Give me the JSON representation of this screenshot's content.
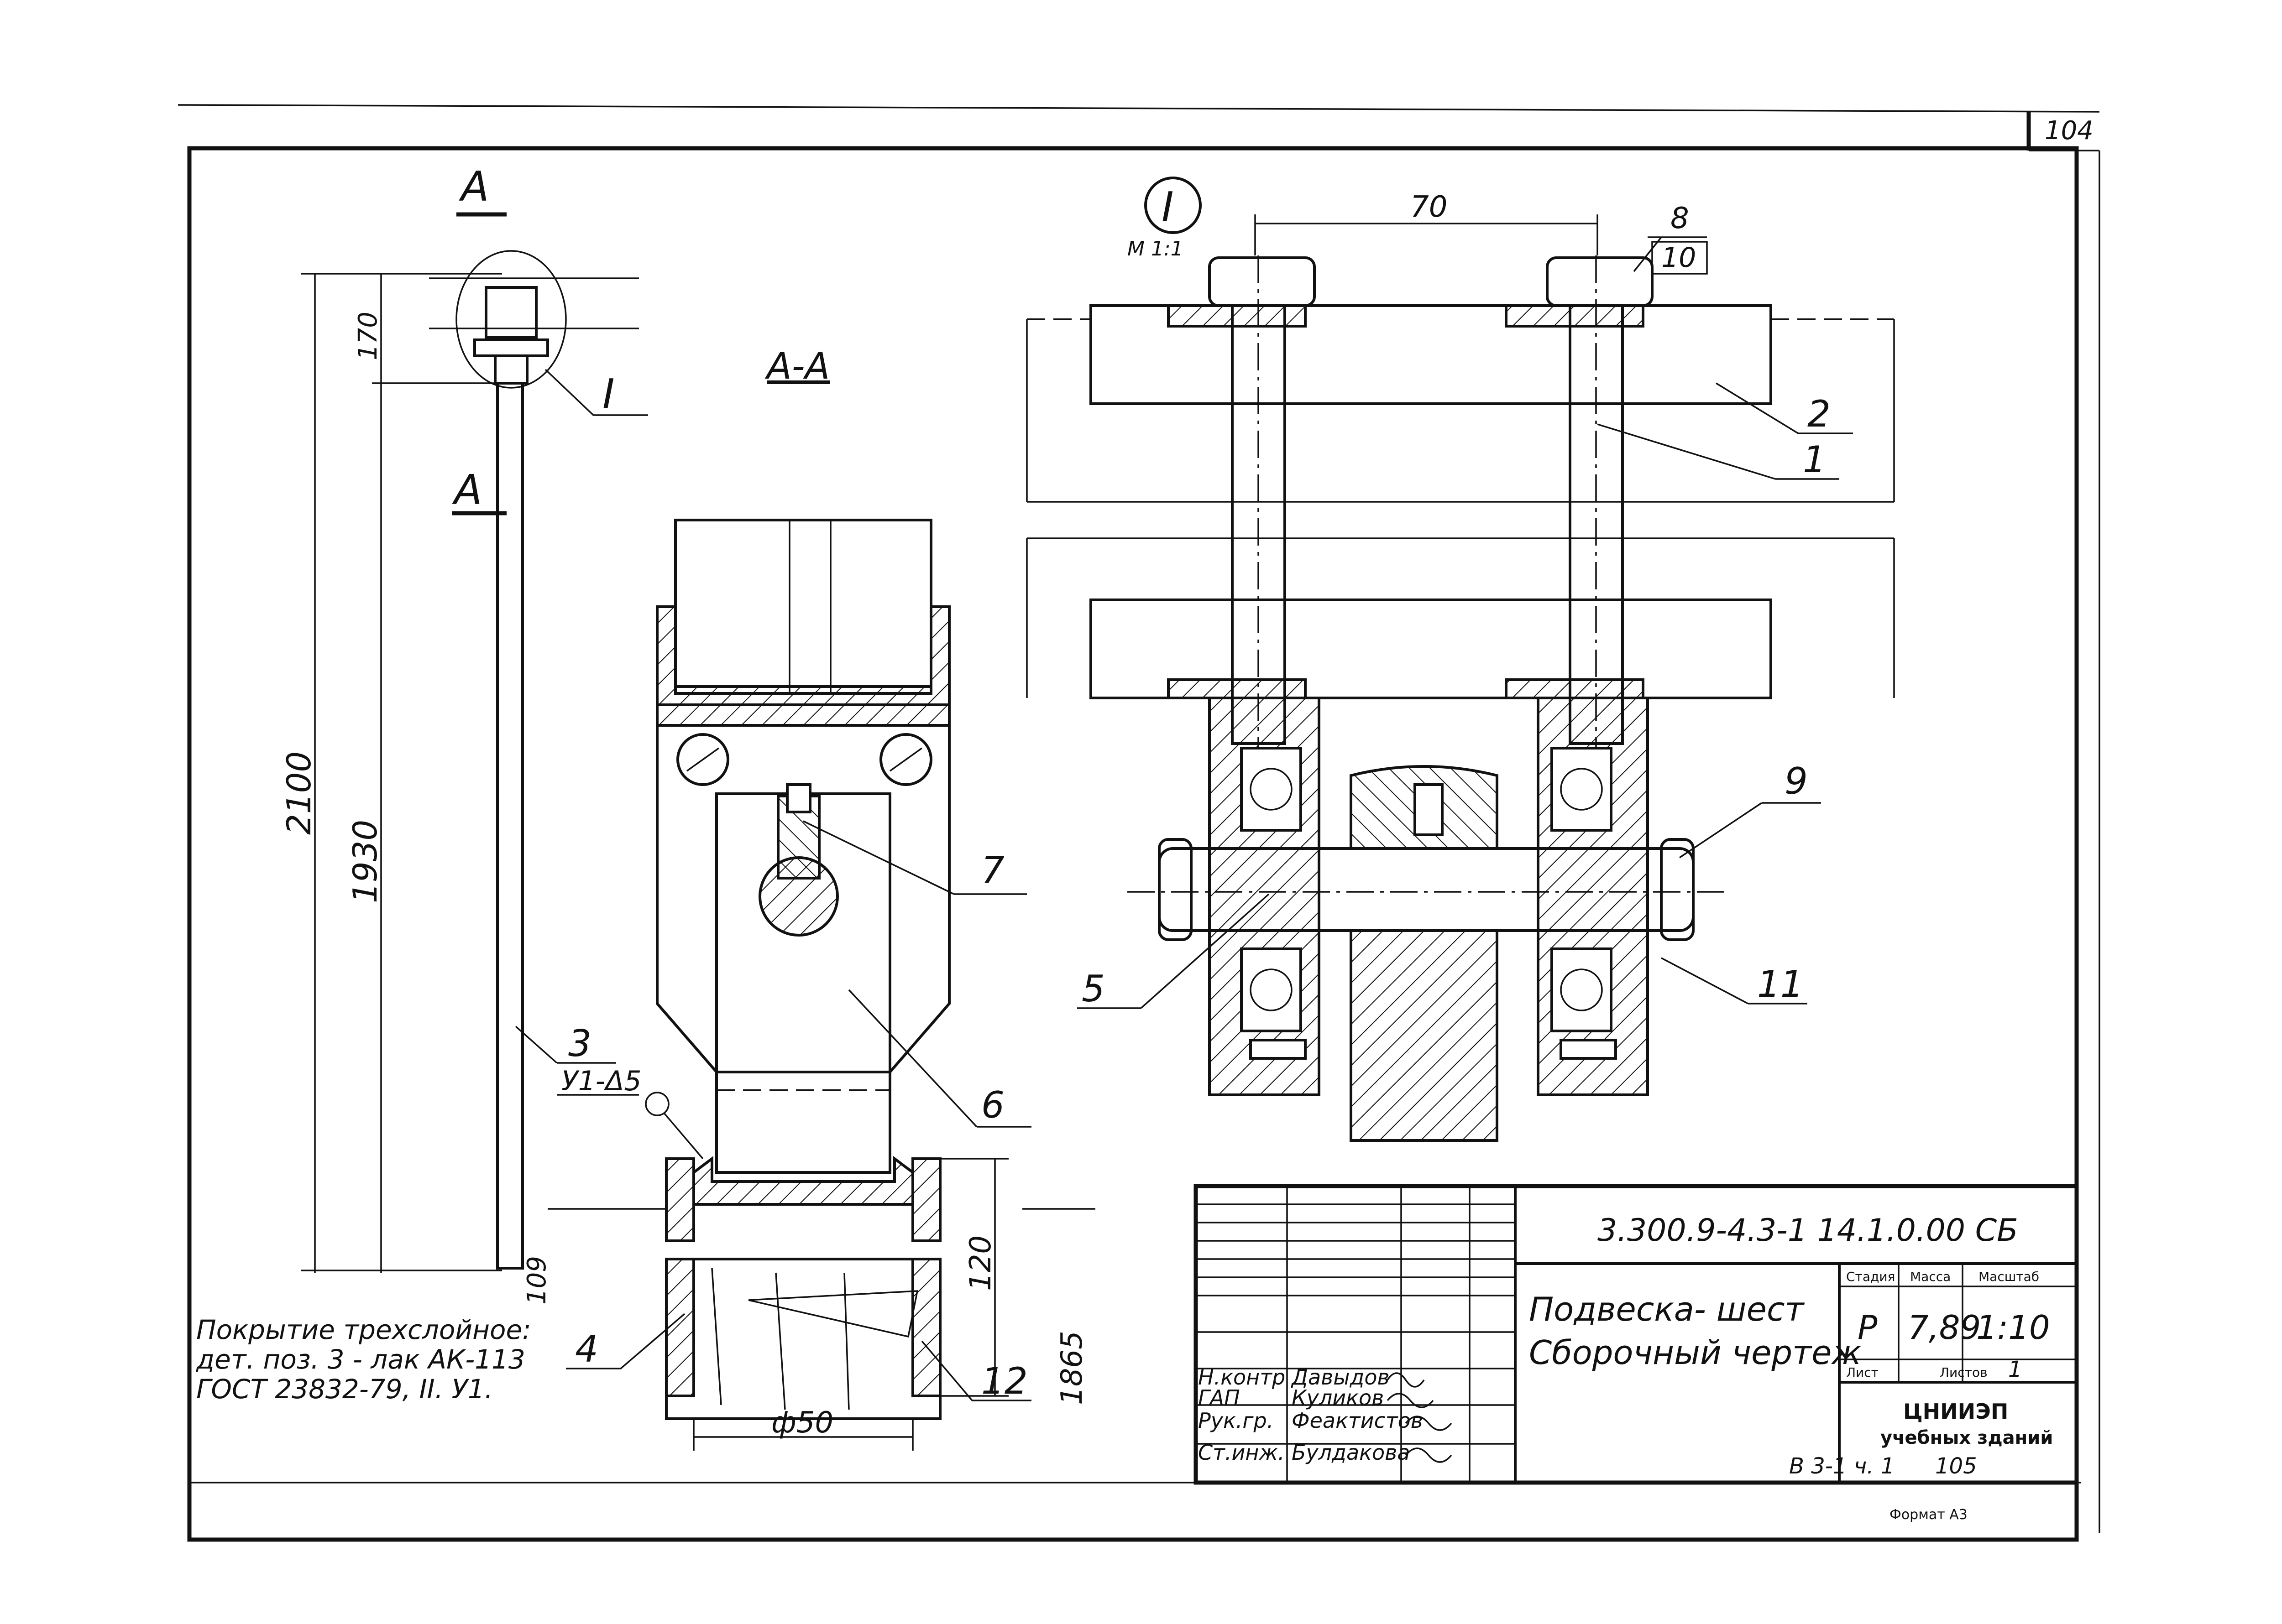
{
  "sheet": {
    "page_number": "104",
    "bottom_ref": "В 3-1  ч. 1",
    "bottom_page": "105",
    "format": "Формат А3"
  },
  "main_view": {
    "section_marker": "А",
    "section_title": "А-А",
    "detail_marker": "I",
    "dim_total": "2100",
    "dim_rod": "1930",
    "dim_top": "170",
    "pos_rod": "3",
    "weld_symbol": "У1-Δ5"
  },
  "coating_note": {
    "line1": "Покрытие трехслойное:",
    "line2": "дет. поз. 3 - лак АК-113",
    "line3": "ГОСТ 23832-79, II. У1."
  },
  "section_view": {
    "pos_4": "4",
    "pos_6": "6",
    "pos_7": "7",
    "pos_12": "12",
    "dim_120": "120",
    "dim_109": "109",
    "dim_1865": "1865",
    "dim_dia": "ф50"
  },
  "detail_view": {
    "marker": "I",
    "scale": "М 1:1",
    "dim_70": "70",
    "pos_1": "1",
    "pos_2": "2",
    "pos_5": "5",
    "pos_8": "8",
    "pos_9": "9",
    "pos_10": "10",
    "pos_11": "11"
  },
  "title_block": {
    "doc_code": "3.300.9-4.3-1  14.1.0.00 СБ",
    "name_line1": "Подвеска- шест",
    "name_line2": "Сборочный чертеж",
    "col_stage": "Стадия",
    "col_mass": "Масса",
    "col_scale": "Масштаб",
    "stage": "Р",
    "mass": "7,89",
    "scale": "1:10",
    "sheet_label": "Лист",
    "sheets_label": "Листов",
    "sheets_count": "1",
    "org_line1": "ЦНИИЭП",
    "org_line2": "учебных зданий",
    "roles": [
      {
        "role": "Н.контр",
        "name": "Давыдов"
      },
      {
        "role": "ГАП",
        "name": "Куликов"
      },
      {
        "role": "Рук.гр.",
        "name": "Феактистов"
      },
      {
        "role": "Ст.инж.",
        "name": "Булдакова"
      }
    ]
  }
}
